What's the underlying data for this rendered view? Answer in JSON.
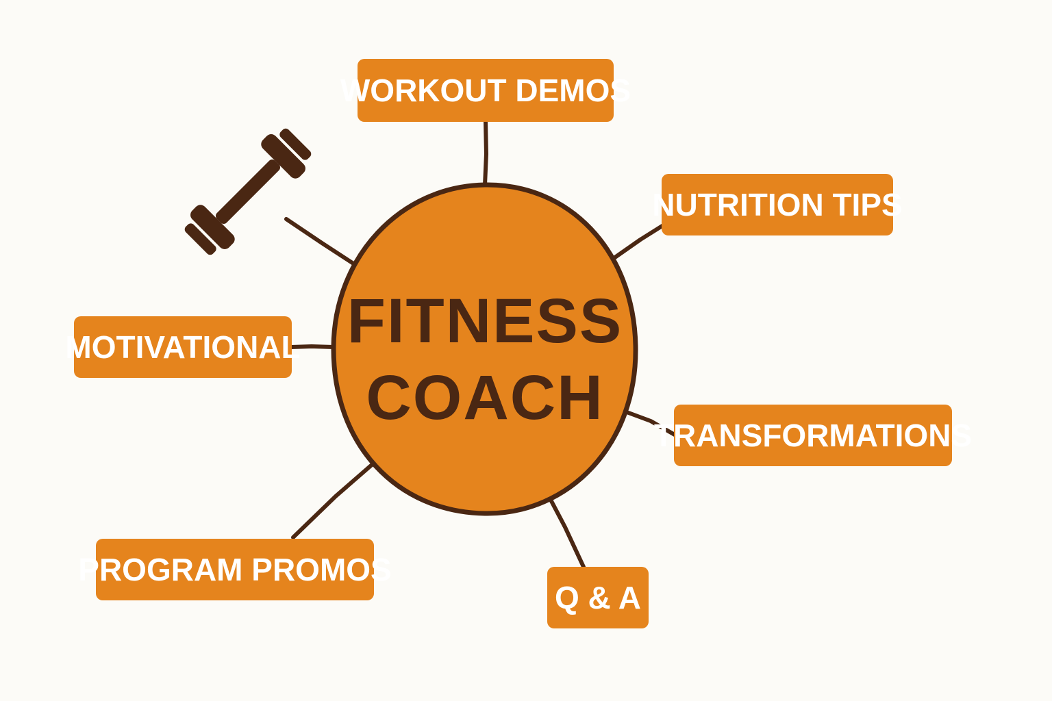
{
  "hub": {
    "line1": "FITNESS",
    "line2": "COACH"
  },
  "nodes": {
    "workout_demos": "WORKOUT DEMOS",
    "nutrition_tips": "NUTRITION TIPS",
    "motivational": "MOTIVATIONAL",
    "transformations": "TRANSFORMATIONS",
    "program_promos": "PROGRAM PROMOS",
    "q_and_a": "Q & A"
  },
  "colors": {
    "background": "#fcfbf7",
    "accent": "#e5841d",
    "outline": "#4a2713",
    "node_text": "#ffffff"
  },
  "icons": {
    "decoration": "dumbbell-icon"
  }
}
